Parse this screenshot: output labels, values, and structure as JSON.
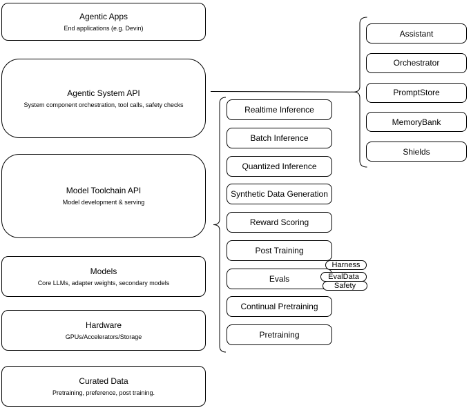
{
  "diagram": {
    "stack": [
      {
        "title": "Agentic Apps",
        "subtitle": "End applications (e.g. Devin)"
      },
      {
        "title": "Agentic System API",
        "subtitle": "System component orchestration, tool calls, safety checks"
      },
      {
        "title": "Model Toolchain API",
        "subtitle": "Model development & serving"
      },
      {
        "title": "Models",
        "subtitle": "Core LLMs, adapter weights, secondary models"
      },
      {
        "title": "Hardware",
        "subtitle": "GPUs/Accelerators/Storage"
      },
      {
        "title": "Curated Data",
        "subtitle": "Pretraining, preference, post training."
      }
    ],
    "toolchain_components": [
      "Realtime Inference",
      "Batch Inference",
      "Quantized Inference",
      "Synthetic Data Generation",
      "Reward Scoring",
      "Post Training",
      "Evals",
      "Continual Pretraining",
      "Pretraining"
    ],
    "system_components": [
      "Assistant",
      "Orchestrator",
      "PromptStore",
      "MemoryBank",
      "Shields"
    ],
    "eval_tags": [
      "Harness",
      "EvalData",
      "Safety"
    ],
    "colors": {
      "stroke": "#000000",
      "background": "#ffffff",
      "text": "#000000"
    }
  }
}
